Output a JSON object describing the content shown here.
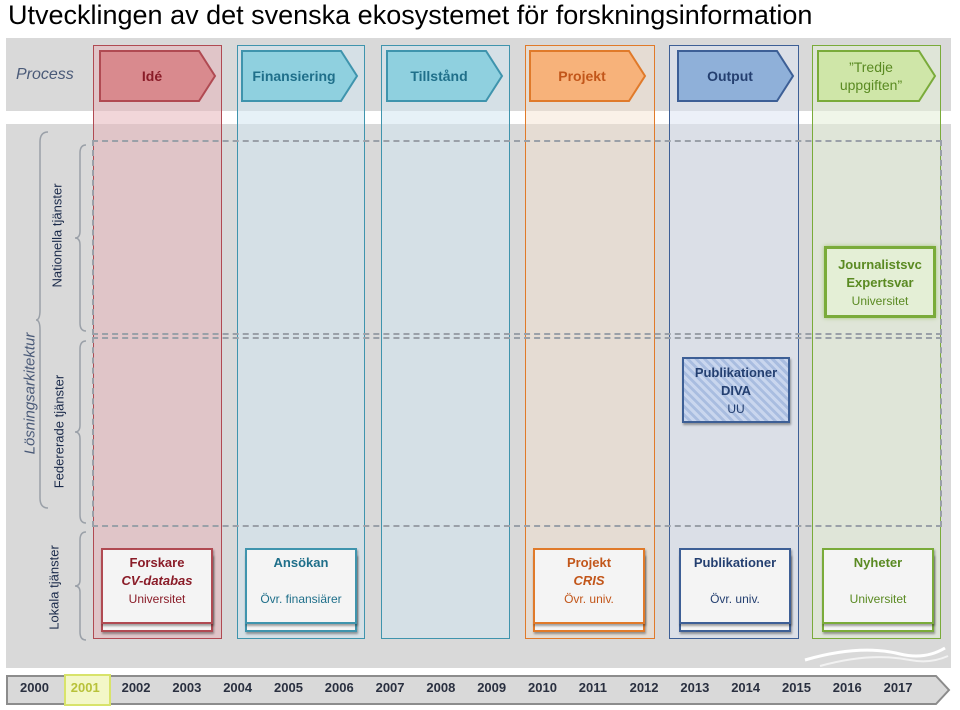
{
  "title": "Utvecklingen av det svenska ekosystemet för forskningsinformation",
  "process_label": "Process",
  "side_label": "Lösningsarkitektur",
  "row_labels": {
    "national": "Nationella tjänster",
    "federated": "Federerade tjänster",
    "local": "Lokala tjänster"
  },
  "process_steps": [
    {
      "label": "Idé",
      "color": "#d98a8e",
      "border": "#b04a52",
      "text": "#8a1c28"
    },
    {
      "label": "Finansiering",
      "color": "#8fd0df",
      "border": "#3f94ad",
      "text": "#1f6f8a"
    },
    {
      "label": "Tillstånd",
      "color": "#8fd0df",
      "border": "#3f94ad",
      "text": "#1f6f8a"
    },
    {
      "label": "Projekt",
      "color": "#f7b27a",
      "border": "#e07a2a",
      "text": "#c2561a"
    },
    {
      "label": "Output",
      "color": "#8fb0d9",
      "border": "#3d5f96",
      "text": "#243f70"
    },
    {
      "label_line1": "”Tredje",
      "label_line2": "uppgiften”",
      "color": "#cfe6a8",
      "border": "#7aab3a",
      "text": "#5a8a22"
    }
  ],
  "national_card": {
    "line1": "Journalistsvc",
    "line2": "Expertsvar",
    "line3": "Universitet",
    "border": "#7aab3a",
    "text": "#5a8a22"
  },
  "federated_card": {
    "line1": "Publikationer",
    "line2": "DIVA",
    "line3": "UU",
    "border": "#3d5f96",
    "text": "#243f70"
  },
  "local_cards": [
    {
      "line1": "Forskare",
      "line2": "CV-databas",
      "line3": "Universitet",
      "border": "#b04a52",
      "text": "#8a1c28"
    },
    {
      "line1": "Ansökan",
      "line2": "",
      "line3": "Övr. finansiärer",
      "border": "#3f94ad",
      "text": "#1f6f8a"
    },
    {
      "line1": "Projekt",
      "line2": "CRIS",
      "line3": "Övr. univ.",
      "border": "#e07a2a",
      "text": "#c2561a"
    },
    {
      "line1": "Publikationer",
      "line2": "",
      "line3": "Övr. univ.",
      "border": "#3d5f96",
      "text": "#243f70"
    },
    {
      "line1": "Nyheter",
      "line2": "",
      "line3": "Universitet",
      "border": "#7aab3a",
      "text": "#5a8a22"
    }
  ],
  "timeline": {
    "years": [
      "2000",
      "2001",
      "2002",
      "2003",
      "2004",
      "2005",
      "2006",
      "2007",
      "2008",
      "2009",
      "2010",
      "2011",
      "2012",
      "2013",
      "2014",
      "2015",
      "2016",
      "2017"
    ],
    "highlighted": "2001"
  }
}
